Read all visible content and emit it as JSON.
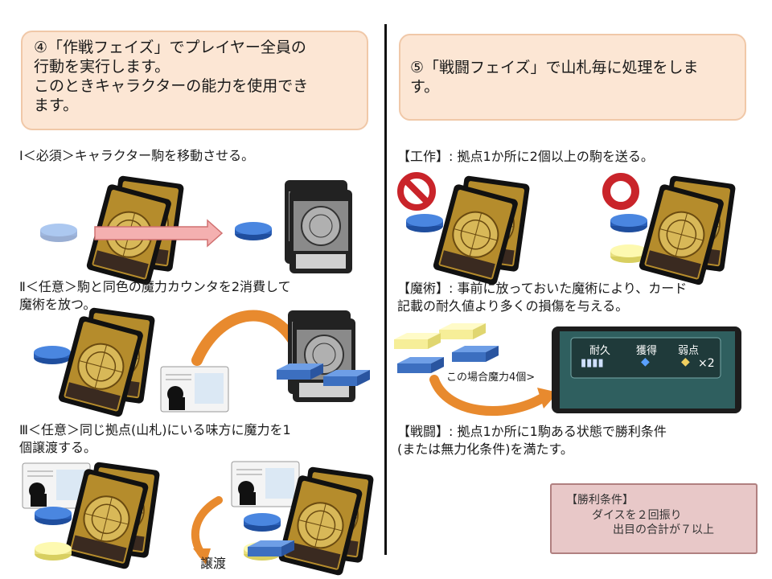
{
  "left": {
    "callout_lines": [
      "④「作戦フェイズ」でプレイヤー全員の",
      "行動を実行します。",
      "このときキャラクターの能力を使用でき",
      "ます。"
    ],
    "step1": "Ⅰ＜必須＞キャラクター駒を移動させる。",
    "step2_lines": [
      "Ⅱ＜任意＞駒と同色の魔力カウンタを2消費して",
      "魔術を放つ。"
    ],
    "step3_lines": [
      "Ⅲ＜任意＞同じ拠点(山札)にいる味方に魔力を1",
      "個譲渡する。"
    ],
    "transfer_label": "譲渡"
  },
  "right": {
    "callout_lines": [
      "⑤「戦闘フェイズ」で山札毎に処理をしま",
      "す。"
    ],
    "sabotage": "【工作】: 拠点1か所に2個以上の駒を送る。",
    "magic_lines": [
      "【魔術】: 事前に放っておいた魔術により、カード",
      "記載の耐久値より多くの損傷を与える。"
    ],
    "mana_note": "この場合魔力4個>",
    "card_stats": {
      "durability": "耐久",
      "gain": "獲得",
      "weakness": "弱点",
      "multiplier": "×2"
    },
    "battle_lines": [
      "【戦闘】: 拠点1か所に1駒ある状態で勝利条件",
      "(または無力化条件)を満たす。"
    ],
    "victory_title": "【勝利条件】",
    "victory_lines": [
      "ダイスを２回振り",
      "出目の合計が７以上"
    ]
  },
  "colors": {
    "callout_bg": "#fce6d4",
    "piece_blue": "#3c78d8",
    "piece_yellow": "#fdf7a8",
    "arrow_orange": "#e88a2e",
    "no_red": "#c9242a"
  }
}
